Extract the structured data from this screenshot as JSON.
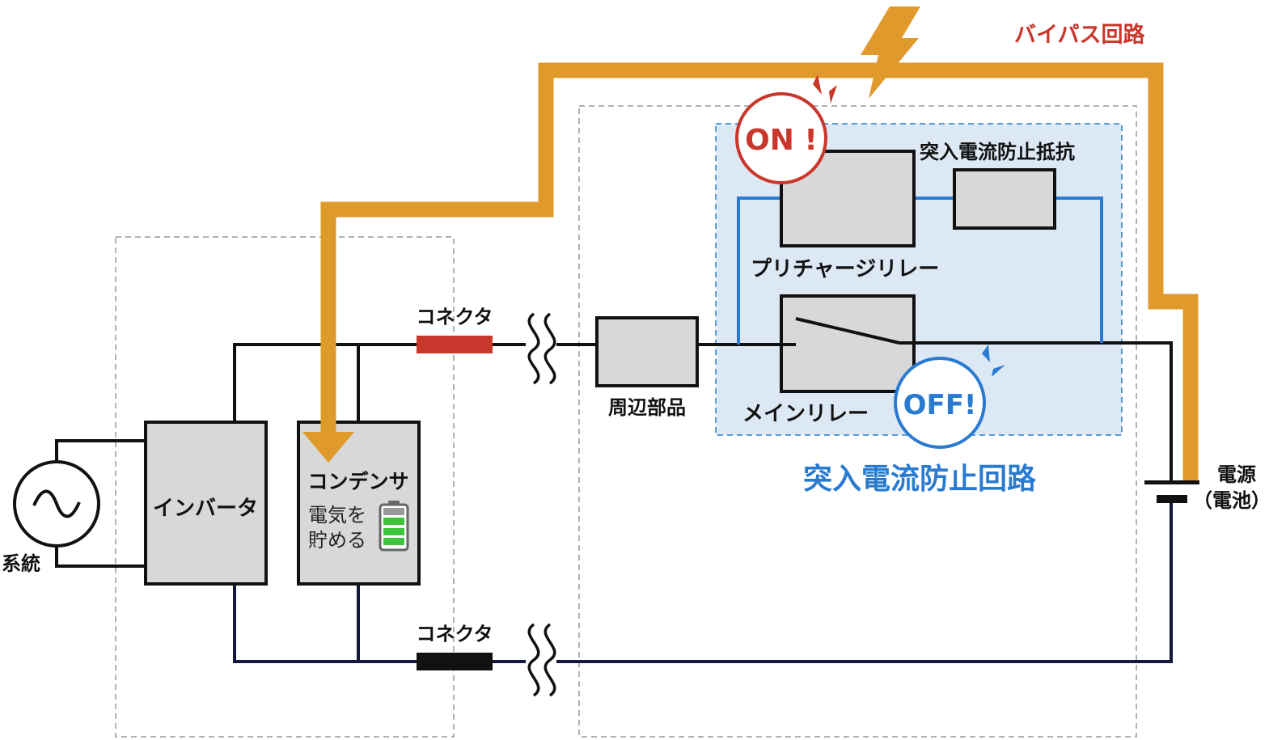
{
  "labels": {
    "bypass_circuit": "バイパス回路",
    "inrush_resistor": "突入電流防止抵抗",
    "precharge_relay": "プリチャージリレー",
    "main_relay": "メインリレー",
    "inrush_circuit": "突入電流防止回路",
    "connector_top": "コネクタ",
    "connector_bottom": "コネクタ",
    "peripheral_parts": "周辺部品",
    "inverter": "インバータ",
    "capacitor": "コンデンサ",
    "store_line1": "電気を",
    "store_line2": "貯める",
    "grid": "系統",
    "power_line1": "電源",
    "power_line2": "（電池）",
    "on_badge": "ON !",
    "off_badge": "OFF!"
  },
  "colors": {
    "bypass": "#E09A2B",
    "bypass_label": "#C9362B",
    "inrush": "#2A7BD0",
    "inrush_area": "#DDE8F5",
    "on": "#C9362B",
    "off": "#2A7BD0",
    "wire": "#111111",
    "negative_wire": "#14183A",
    "component": "#D8D8D8",
    "connector_positive": "#C9362B",
    "connector_negative": "#111111",
    "battery_cells": "#3CC43C"
  },
  "icons": {
    "lightning": "lightning-bolt-icon",
    "ac_source": "ac-source-icon",
    "battery": "battery-icon",
    "dc_cell": "battery-cell-icon"
  }
}
